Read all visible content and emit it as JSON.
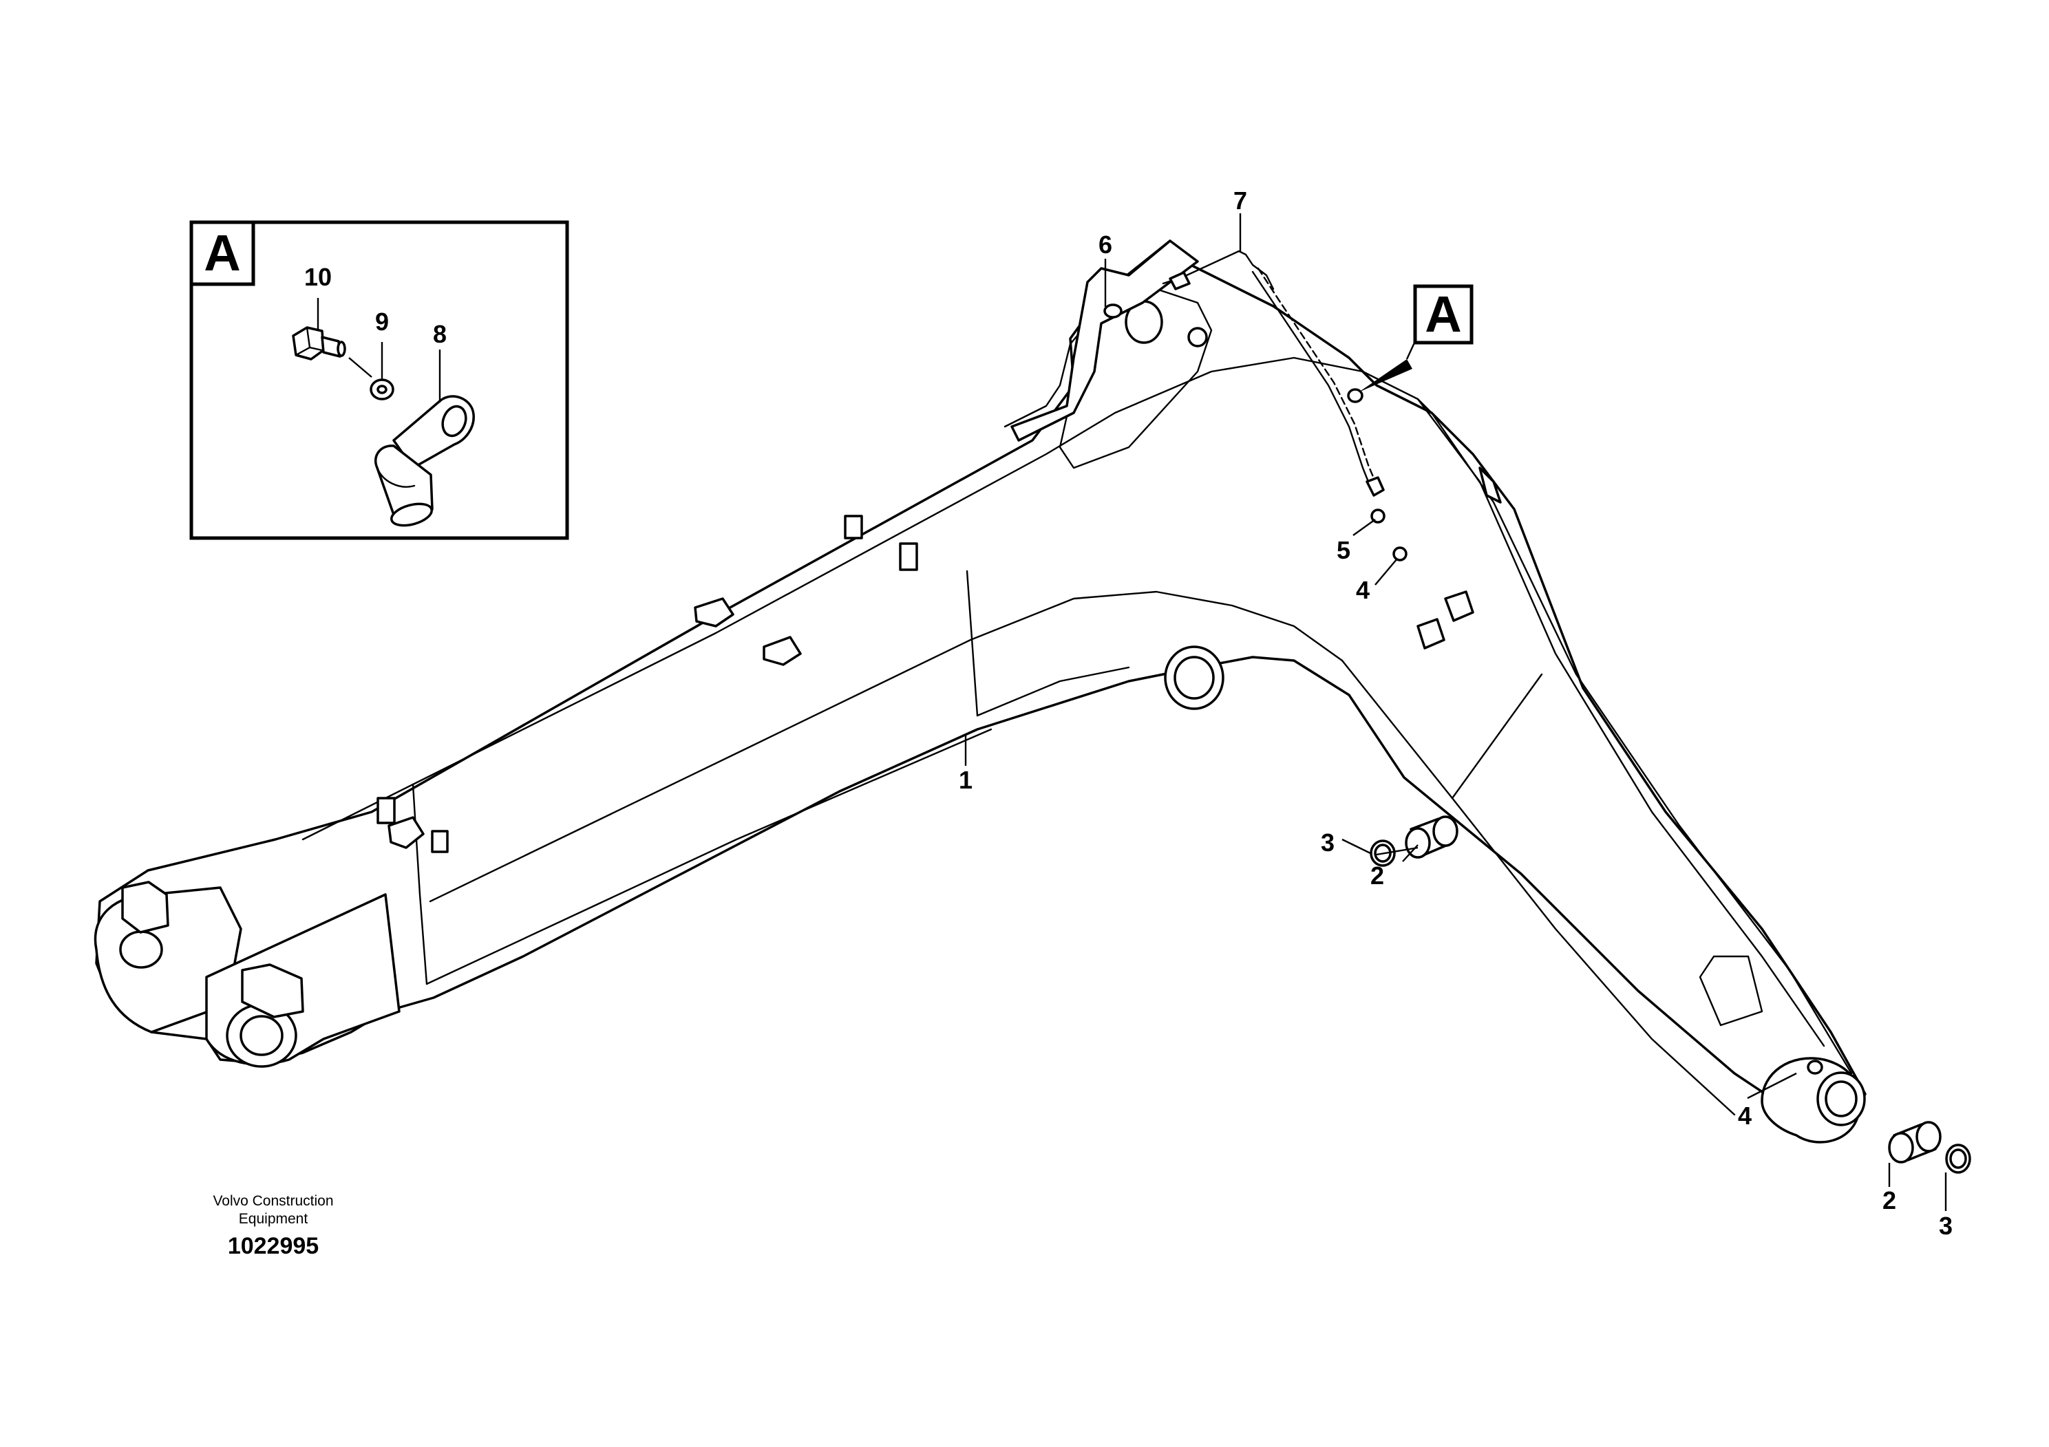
{
  "inset": {
    "label": "A",
    "parts": [
      {
        "number": "10",
        "name": "bolt"
      },
      {
        "number": "9",
        "name": "washer"
      },
      {
        "number": "8",
        "name": "clamp"
      }
    ]
  },
  "detail_callout": {
    "label": "A"
  },
  "callouts": [
    {
      "id": "p1",
      "number": "1"
    },
    {
      "id": "p2a",
      "number": "2"
    },
    {
      "id": "p3a",
      "number": "3"
    },
    {
      "id": "p2b",
      "number": "2"
    },
    {
      "id": "p3b",
      "number": "3"
    },
    {
      "id": "p4a",
      "number": "4"
    },
    {
      "id": "p5",
      "number": "5"
    },
    {
      "id": "p4b",
      "number": "4"
    },
    {
      "id": "p6",
      "number": "6"
    },
    {
      "id": "p7",
      "number": "7"
    }
  ],
  "footer": {
    "brand_line1": "Volvo Construction",
    "brand_line2": "Equipment",
    "document_number": "1022995"
  }
}
